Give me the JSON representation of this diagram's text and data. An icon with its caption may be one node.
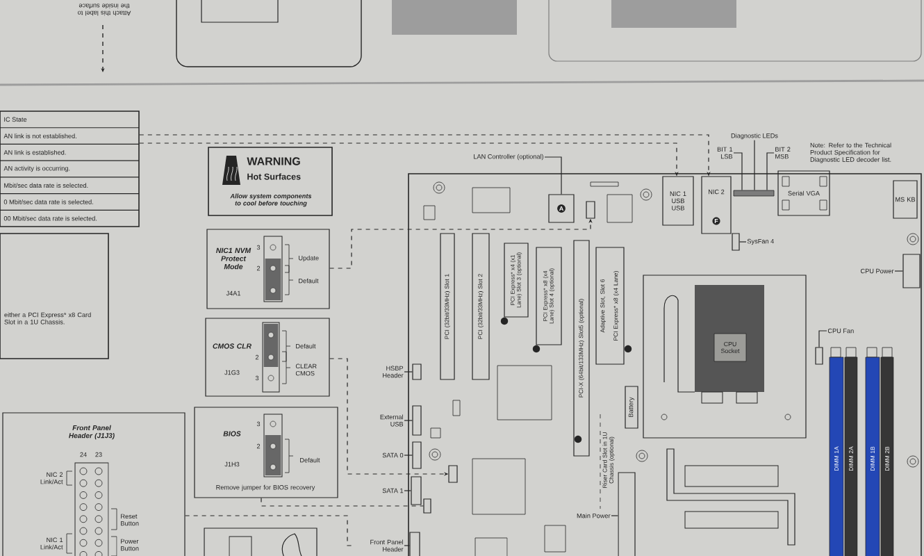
{
  "diagram": {
    "nodes": [
      {
        "text": [
          "IC State",
          "AN link is not established.",
          "AN link is established.",
          "AN activity is occurring.",
          "Mbit/sec data rate is selected.",
          "0 Mbit/sec data rate is selected.",
          "00 Mbit/sec data rate is selected."
        ]
      },
      {
        "text": [
          "either a PCI Express* x8 Card Slot in a 1U Chassis."
        ]
      },
      {
        "text": [
          "WARNING",
          "Hot Surfaces",
          "Allow system components to cool before touching"
        ]
      },
      {
        "text": [
          "NIC1 NVM Protect Mode",
          "J4A1",
          "Update",
          "Default",
          "3",
          "2"
        ]
      },
      {
        "text": [
          "CMOS CLR",
          "J1G3",
          "Default",
          "CLEAR CMOS",
          "2",
          "3"
        ]
      },
      {
        "text": [
          "BIOS",
          "J1H3",
          "Default",
          "Remove jumper for BIOS recovery",
          "3",
          "2"
        ]
      },
      {
        "text": [
          "Front Panel Header (J1J3)",
          "24",
          "23",
          "NIC 2 Link/Act",
          "Reset Button",
          "NIC 1 Link/Act",
          "Power Button"
        ]
      },
      {
        "text": [],
        "shape": "box"
      },
      {
        "text": [],
        "shape": "box"
      },
      {
        "text": [
          "PCI (32bit/33MHz) Slot 1"
        ],
        "in": 8
      },
      {
        "text": [
          "PCI (32bit/33MHz) Slot 2"
        ],
        "in": 8
      },
      {
        "text": [
          "PCI Express* x4 (x1 Lane) Slot 3 (optional)"
        ],
        "in": 8
      },
      {
        "text": [
          "PCI Express* x8 (x4 Lane) Slot 4 (optional)"
        ],
        "in": 8
      },
      {
        "text": [
          "PCI-X (64bit/133MHz) Slot5 (optional)"
        ],
        "in": 8
      },
      {
        "text": [
          "Adaptive Slot, Slot 6",
          "PCI Express* x8 (x4 Lane)"
        ],
        "in": 8
      },
      {
        "text": [
          "Battery"
        ],
        "in": 8
      },
      {
        "text": [
          "A"
        ],
        "in": 8
      },
      {
        "text": [
          "NIC 1 USB USB"
        ],
        "in": 8
      },
      {
        "text": [
          "NIC 2",
          "F"
        ],
        "in": 8
      },
      {
        "text": [],
        "shape": "bar",
        "in": 8
      },
      {
        "text": [
          "Serial VGA"
        ],
        "in": 8
      },
      {
        "text": [
          "MS KB"
        ],
        "in": 8
      },
      {
        "text": [],
        "shape": "box",
        "in": 8
      },
      {
        "text": [],
        "shape": "box",
        "in": 8
      },
      {
        "text": [],
        "shape": "box",
        "in": 8
      },
      {
        "text": [
          "CPU Socket"
        ],
        "in": 8
      },
      {
        "text": [
          "DIMM 1A"
        ],
        "in": 8
      },
      {
        "text": [
          "DIMM 2A"
        ],
        "in": 8
      },
      {
        "text": [
          "DIMM 1B"
        ],
        "in": 8
      },
      {
        "text": [
          "DIMM 2B"
        ],
        "in": 8
      },
      {
        "text": [],
        "shape": "box",
        "in": 8
      },
      {
        "text": [],
        "shape": "box",
        "in": 8
      },
      {
        "text": [],
        "shape": "box",
        "in": 8
      },
      {
        "text": [],
        "shape": "box",
        "in": 8
      },
      {
        "text": [],
        "shape": "box",
        "in": 8
      },
      {
        "text": [],
        "shape": "box",
        "in": 8
      },
      {
        "text": [],
        "shape": "box",
        "in": 8
      },
      {
        "text": [],
        "shape": "box",
        "in": 8
      },
      {
        "text": [],
        "shape": "box",
        "in": 8
      },
      {
        "text": [
          "LAN Controller (optional)"
        ]
      },
      {
        "text": [
          "Diagnostic LEDs"
        ]
      },
      {
        "text": [
          "BIT 1 LSB"
        ]
      },
      {
        "text": [
          "BIT 2 MSB"
        ]
      },
      {
        "text": [
          "SysFan 4"
        ],
        "in": 8
      },
      {
        "text": [
          "CPU Power"
        ],
        "in": 8
      },
      {
        "text": [
          "CPU Fan"
        ],
        "in": 8
      },
      {
        "text": [
          "HSBP Header"
        ]
      },
      {
        "text": [
          "External USB"
        ]
      },
      {
        "text": [
          "SATA 0"
        ]
      },
      {
        "text": [
          "SATA 1"
        ]
      },
      {
        "text": [
          "Main Power"
        ],
        "in": 8
      },
      {
        "text": [
          "Front Panel Header"
        ]
      }
    ],
    "edges": [
      {
        "from": 0,
        "to": 18,
        "arrow": "to",
        "style": "dashed"
      },
      {
        "from": 0,
        "to": 17,
        "arrow": "to",
        "style": "dashed"
      },
      {
        "from": 3,
        "to": 36,
        "arrow": "to",
        "style": "dashed"
      },
      {
        "from": 4,
        "to": 37,
        "arrow": "to",
        "style": "dashed"
      },
      {
        "from": 5,
        "to": 38,
        "arrow": "none",
        "style": "dashed"
      },
      {
        "from": 6,
        "to": 51,
        "arrow": "none",
        "style": "dashed"
      },
      {
        "from": 39,
        "to": 16,
        "arrow": "none"
      },
      {
        "from": 40,
        "to": 19,
        "arrow": "none"
      },
      {
        "from": 41,
        "to": 19,
        "arrow": "none"
      },
      {
        "from": 42,
        "to": 19,
        "arrow": "none"
      },
      {
        "from": 43,
        "to": 22,
        "arrow": "none"
      },
      {
        "from": 44,
        "to": 23,
        "arrow": "none"
      },
      {
        "from": 45,
        "to": 24,
        "arrow": "none"
      },
      {
        "from": 46,
        "to": 30,
        "arrow": "none"
      },
      {
        "from": 47,
        "to": 31,
        "arrow": "none"
      },
      {
        "from": 48,
        "to": 32,
        "arrow": "none"
      },
      {
        "from": 49,
        "to": 33,
        "arrow": "none"
      },
      {
        "from": 50,
        "to": 35,
        "arrow": "none"
      },
      {
        "from": 51,
        "to": 34,
        "arrow": "none"
      }
    ],
    "labels": [
      "Attach this label to the inside surface",
      "Note: Refer to the Technical Product Specification for Diagnostic LED decoder list.",
      "Riser Card Slot in 1U Chassis (optional)"
    ]
  }
}
